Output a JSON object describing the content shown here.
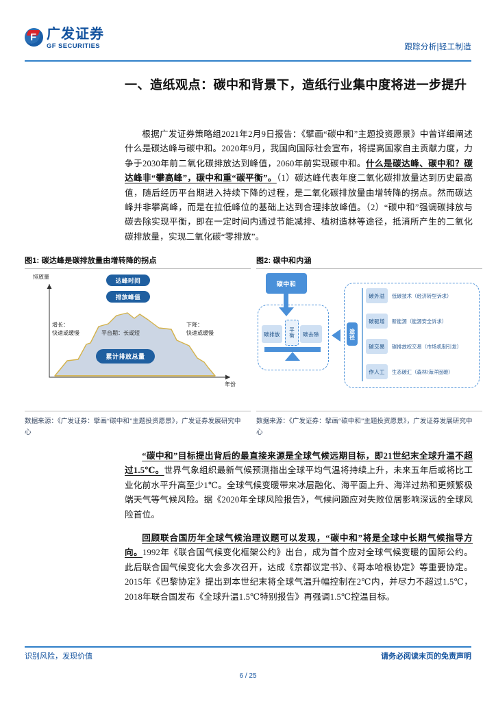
{
  "header": {
    "logo_cn": "广发证券",
    "logo_en": "GF SECURITIES",
    "right_label": "跟踪分析|轻工制造"
  },
  "main": {
    "heading": "一、造纸观点：碳中和背景下，造纸行业集中度将进一步提升",
    "paragraph1_a": "根据广发证券策略组2021年2月9日报告：《擘画“碳中和”主题投资愿景》中曾详细阐述什么是碳达峰与碳中和。2020年9月，我国向国际社会宣布，将提高国家自主贡献力度，力争于2030年前二氧化碳排放达到峰值，2060年前实现碳中和。",
    "paragraph1_bold": "什么是碳达峰、碳中和？碳达峰非“攀高峰”，碳中和重“碳平衡”。",
    "paragraph1_c": "（1）碳达峰代表年度二氧化碳排放量达到历史最高值，随后经历平台期进入持续下降的过程，是二氧化碳排放量由增转降的拐点。然而碳达峰并非攀高峰，而是在拉低峰位的基础上达到合理排放峰值。（2）“碳中和”强调碳排放与碳去除实现平衡，即在一定时间内通过节能减排、植树造林等途径，抵消所产生的二氧化碳排放量，实现二氧化碳“零排放”。",
    "paragraph2_bold": "“碳中和”目标提出背后的最直接来源是全球气候远期目标，即21世纪末全球升温不超过1.5℃。",
    "paragraph2_rest": "世界气象组织最新气候预测指出全球平均气温将持续上升，未来五年后或将比工业化前水平升高至少1℃。全球气候变暖带来冰层融化、海平面上升、海洋过热和更频繁极端天气等气候风险。据《2020年全球风险报告》，气候问题应对失败位居影响深远的全球风险首位。",
    "paragraph3_bold": "回顾联合国历年全球气候治理议题可以发现，“碳中和”将是全球中长期气候指导方向。",
    "paragraph3_rest": "1992年《联合国气候变化框架公约》出台，成为首个应对全球气候变暖的国际公约。此后联合国气候变化大会多次召开，达成《京都议定书》、《哥本哈根协定》等重要协定。2015年《巴黎协定》提出到本世纪末将全球气温升幅控制在2℃内，并尽力不超过1.5℃，2018年联合国发布《全球升温1.5℃特别报告》再强调1.5℃控温目标。"
  },
  "figure1": {
    "caption_num": "图1:",
    "caption_text": "碳达峰是碳排放量由增转降的拐点",
    "y_axis_label": "排放量",
    "x_axis_label": "年份",
    "pill_peak_time": "达峰时间",
    "pill_peak_value": "排放峰值",
    "pill_cumulative": "累计排放总量",
    "note_growth": "增长：\n快速或缓慢",
    "note_plateau": "平台期：长或短",
    "note_decline": "下降：\n快速或缓慢",
    "source": "数据来源：《广发证券：擘画“碳中和”主题投资愿景》，广发证券发展研究中心"
  },
  "figure2": {
    "caption_num": "图2:",
    "caption_text": "碳中和内涵",
    "source": "数据来源：《广发证券：擘画“碳中和”主题投资愿景》，广发证券发展研究中心",
    "title_box": "碳中和",
    "scale_left": "碳排放",
    "scale_center": "平衡",
    "scale_right": "碳去除",
    "path_label": "途径",
    "rows": [
      {
        "tag": "碳外溢",
        "text": "低碳技术（经济转型诉求）"
      },
      {
        "tag": "碳驱增",
        "text": "新能源（能源安全诉求）"
      },
      {
        "tag": "碳交易",
        "text": "碳排放权交易（市场机制引发）"
      },
      {
        "tag": "作人工",
        "text": "生态碳汇（森林/海洋固碳）"
      }
    ]
  },
  "footer": {
    "left": "识别风险，发现价值",
    "right": "请务必阅读末页的免责声明",
    "page": "6 / 25"
  },
  "colors": {
    "brand_blue": "#12529e",
    "rule_blue": "#2f7fc8",
    "fig_blue": "#4a90d9",
    "pill_blue": "#1f5fa0",
    "curve_gold": "#d4b24a"
  }
}
